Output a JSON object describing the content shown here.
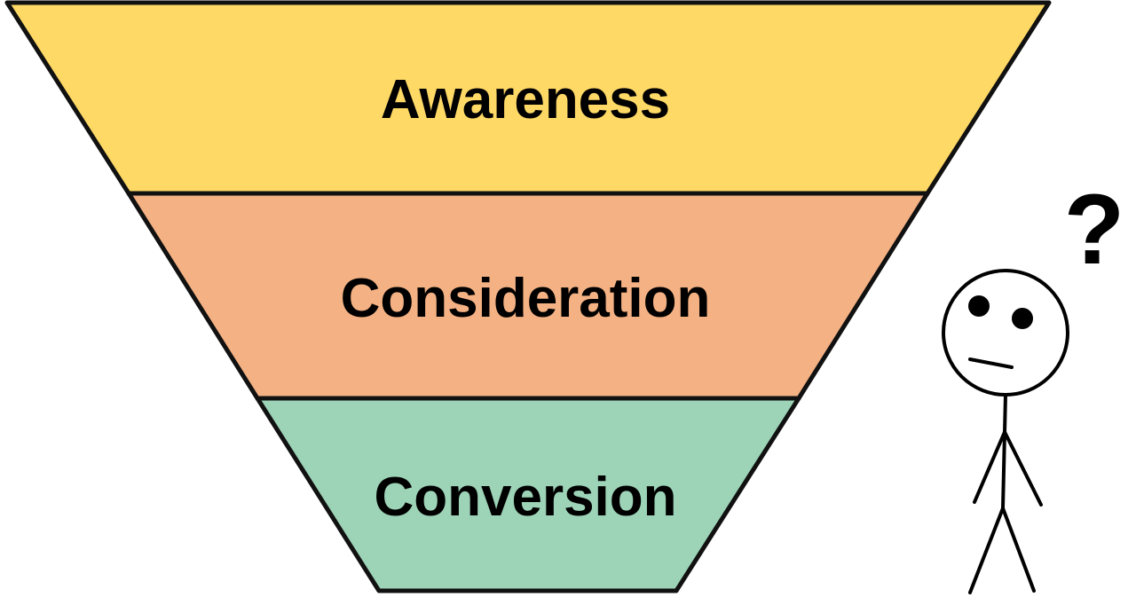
{
  "funnel": {
    "stages": [
      {
        "label": "Awareness",
        "color": "#FFD966"
      },
      {
        "label": "Consideration",
        "color": "#F4B183"
      },
      {
        "label": "Conversion",
        "color": "#9DD3B7"
      }
    ],
    "outline_color": "#111111"
  },
  "figure": {
    "thought_symbol": "?",
    "expression": "confused"
  }
}
